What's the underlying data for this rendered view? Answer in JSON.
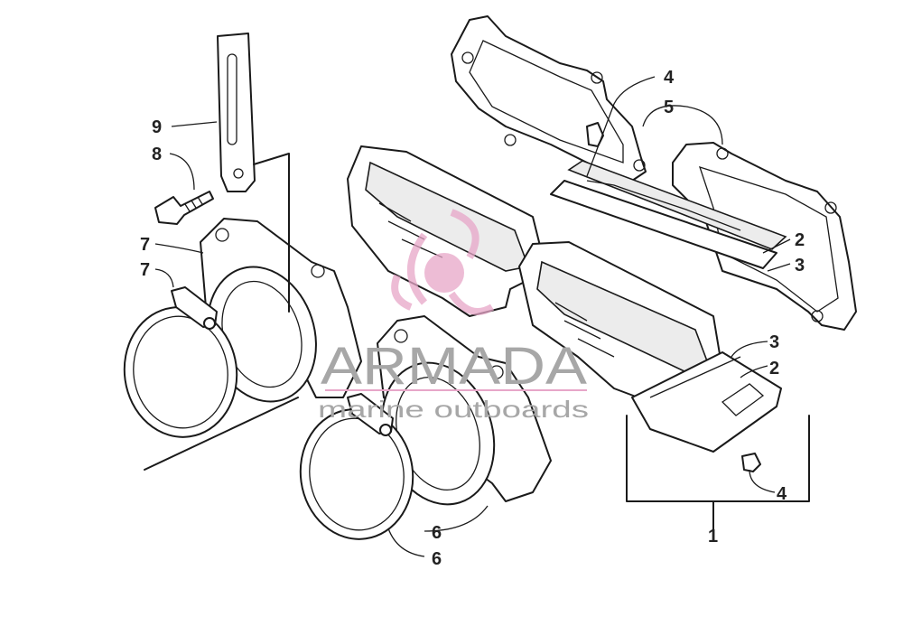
{
  "callouts": [
    {
      "id": "c1",
      "text": "1"
    },
    {
      "id": "c2a",
      "text": "2"
    },
    {
      "id": "c2b",
      "text": "2"
    },
    {
      "id": "c3a",
      "text": "3"
    },
    {
      "id": "c3b",
      "text": "3"
    },
    {
      "id": "c4a",
      "text": "4"
    },
    {
      "id": "c4b",
      "text": "4"
    },
    {
      "id": "c5",
      "text": "5"
    },
    {
      "id": "c6a",
      "text": "6"
    },
    {
      "id": "c6b",
      "text": "6"
    },
    {
      "id": "c7a",
      "text": "7"
    },
    {
      "id": "c7b",
      "text": "7"
    },
    {
      "id": "c8",
      "text": "8"
    },
    {
      "id": "c9",
      "text": "9"
    }
  ],
  "watermark": {
    "brand": "ARMADA",
    "tagline": "marine outboards",
    "logo_color": "#e7a6c8",
    "text_color": "#a7a7a7"
  }
}
